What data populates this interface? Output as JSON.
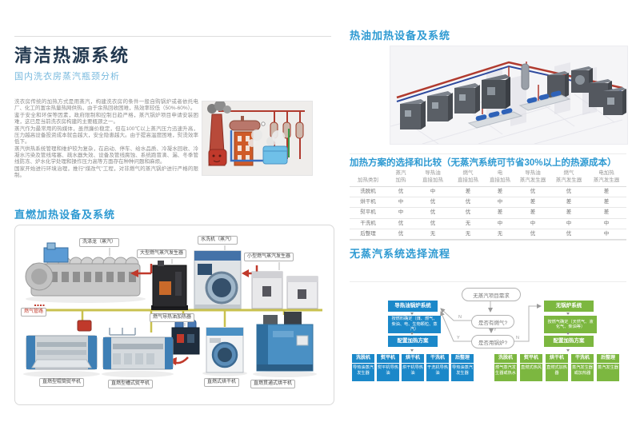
{
  "colors": {
    "accent_blue": "#2e9ad2",
    "title_navy": "#22384f",
    "subtitle_blue": "#79bade",
    "flow_blue": "#1b88c9",
    "flow_green": "#7cb740",
    "pipe_yellow": "#c9c14f",
    "alert_red": "#c0392b"
  },
  "left": {
    "title": "清洁热源系统",
    "subtitle": "国内洗衣房蒸汽瓶颈分析",
    "intro_paragraphs": [
      "洗衣房传统的加热方式是用蒸汽，构建洗衣房的条件一般自购锅炉或者依托电厂、化工的富余热量热网供热，由于余热回收困难，热效率较低（50%-60%）。",
      "鉴于安全和环保等因素，政府限制和控制日趋严格，蒸汽锅炉项目申请安装困难，这已是当前洗衣房构建的主要瓶颈之一。",
      "蒸汽作为最常用的热媒体，虽然廉价稳定，但在100℃以上蒸汽压力迅速升高，压力越高设备投资成本就会越大，安全隐患越大。由于提高温度困难，熨烫效率低下。",
      "蒸汽供热系统管理和维护较为复杂，在启动、停车、给水品质、冷凝水回收、冷凝水污染及管线堵塞、疏水器失效、设备及管线腐蚀、系统跑冒滴、漏、冬季管线防冻、炉水化学处理和操作压力高等方面存在种种问题和麻烦。",
      "国家开始进行环境治理，推行“煤改气”工程，对非燃气的蒸汽锅炉进行严格的限制。"
    ],
    "section1": {
      "title": "直燃加热设备及系统",
      "labels": {
        "tunnel_washer": "洗涤龙（蒸汽）",
        "large_generator": "大型燃气蒸汽发生器",
        "washer": "水洗机（蒸汽）",
        "small_generator": "小型燃气蒸汽发生器",
        "gas_pipeline": "燃气管路",
        "oil_heater": "燃气导热油加热器",
        "roller_ironer": "直燃型辊筒熨平机",
        "trough_ironer": "直燃型槽式熨平机",
        "dryer": "直燃式烘干机",
        "tunnel_dryer": "直燃贯通式烘干机"
      }
    }
  },
  "right": {
    "hot_oil_title": "热油加热设备及系统",
    "comparison": {
      "title": "加热方案的选择和比较（无蒸汽系统可节省30%以上的热源成本）",
      "headers": [
        {
          "line1": "",
          "line2": "加热类别"
        },
        {
          "line1": "蒸汽",
          "line2": "加热"
        },
        {
          "line1": "导热油",
          "line2": "直接加热"
        },
        {
          "line1": "燃气",
          "line2": "直接加热"
        },
        {
          "line1": "电",
          "line2": "直接加热"
        },
        {
          "line1": "导热油",
          "line2": "蒸汽发生器"
        },
        {
          "line1": "燃气",
          "line2": "蒸汽发生器"
        },
        {
          "line1": "电加热",
          "line2": "蒸汽发生器"
        }
      ],
      "rows": [
        {
          "label": "洗脱机",
          "values": [
            "优",
            "中",
            "差",
            "差",
            "优",
            "优",
            "差"
          ]
        },
        {
          "label": "烘干机",
          "values": [
            "中",
            "优",
            "优",
            "中",
            "差",
            "差",
            "差"
          ]
        },
        {
          "label": "熨平机",
          "values": [
            "中",
            "优",
            "优",
            "差",
            "差",
            "差",
            "差"
          ]
        },
        {
          "label": "干洗机",
          "values": [
            "优",
            "优",
            "无",
            "中",
            "中",
            "中",
            "中"
          ]
        },
        {
          "label": "后整理",
          "values": [
            "优",
            "无",
            "无",
            "无",
            "优",
            "优",
            "中"
          ]
        }
      ]
    },
    "flowchart": {
      "title": "无蒸汽系统选择流程",
      "start": "无蒸汽项目需求",
      "decision1": "是否有燃气?",
      "decision2": "是否用锅炉?",
      "yes_label": "Y",
      "no_label": "N",
      "blue_branch": {
        "box1": "导热油锅炉系统",
        "box2": "按燃料确定（煤、燃气、柴油、电、生物颗粒、蒸汽）",
        "box3": "配置加热方案",
        "machines": [
          {
            "name": "洗脱机",
            "method": "导热油蒸汽发生器"
          },
          {
            "name": "熨平机",
            "method": "熨平机导热油"
          },
          {
            "name": "烘干机",
            "method": "烘干机导热油"
          },
          {
            "name": "干洗机",
            "method": "干洗机导热油"
          },
          {
            "name": "后整理",
            "method": "导热油蒸汽发生器"
          }
        ]
      },
      "green_branch": {
        "box1": "无锅炉系统",
        "box2": "按燃气确定（天然气、液化气、柴油等）",
        "box3": "配置加热方案",
        "machines": [
          {
            "name": "洗脱机",
            "method": "燃气蒸汽发生器或热水"
          },
          {
            "name": "熨平机",
            "method": "直燃式热风"
          },
          {
            "name": "烘干机",
            "method": "直燃式加热器"
          },
          {
            "name": "干洗机",
            "method": "蒸汽发生器或加热器"
          },
          {
            "name": "后整理",
            "method": "蒸汽发生器"
          }
        ]
      }
    }
  }
}
